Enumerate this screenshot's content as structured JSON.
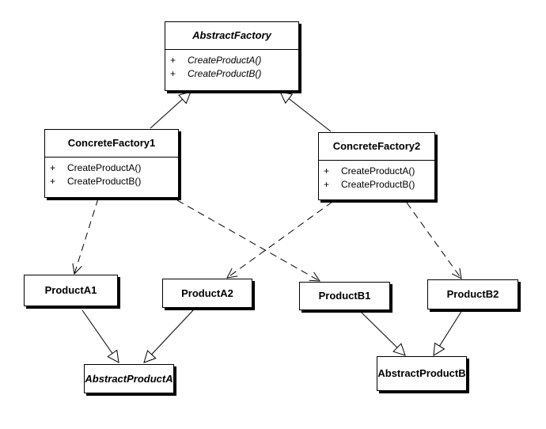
{
  "abstract_factory": {
    "title": "AbstractFactory",
    "operations": [
      {
        "visibility": "+",
        "name": "CreateProductA()"
      },
      {
        "visibility": "+",
        "name": "CreateProductB()"
      }
    ]
  },
  "concrete_factory_1": {
    "title": "ConcreteFactory1",
    "operations": [
      {
        "visibility": "+",
        "name": "CreateProductA()"
      },
      {
        "visibility": "+",
        "name": "CreateProductB()"
      }
    ]
  },
  "concrete_factory_2": {
    "title": "ConcreteFactory2",
    "operations": [
      {
        "visibility": "+",
        "name": "CreateProductA()"
      },
      {
        "visibility": "+",
        "name": "CreateProductB()"
      }
    ]
  },
  "products": {
    "product_a1": "ProductA1",
    "product_a2": "ProductA2",
    "product_b1": "ProductB1",
    "product_b2": "ProductB2",
    "abstract_product_a": "AbstractProductA",
    "abstract_product_b": "AbstractProductB"
  },
  "colors": {
    "stroke": "#000000",
    "fill": "#ffffff",
    "arrowhead_fill": "#ffffff"
  }
}
